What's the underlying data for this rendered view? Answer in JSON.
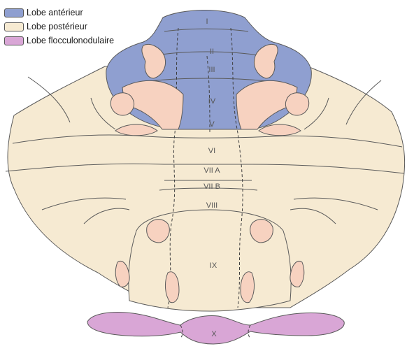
{
  "colors": {
    "anterior": "#8f9fd0",
    "posterior": "#f6ead2",
    "flocculonodular": "#d9a6d6",
    "skin": "#f7d2c0",
    "outline": "#5a5a5a"
  },
  "legend": [
    {
      "label": "Lobe antérieur",
      "color": "#8f9fd0"
    },
    {
      "label": "Lobe postérieur",
      "color": "#f6ead2"
    },
    {
      "label": "Lobe flocculonodulaire",
      "color": "#d9a6d6"
    }
  ],
  "lobules": {
    "I": "I",
    "II": "II",
    "III": "III",
    "IV": "IV",
    "V": "V",
    "VI": "VI",
    "VIIA": "VII A",
    "VIIB": "VII B",
    "VIII": "VIII",
    "IX": "IX",
    "X": "X"
  }
}
